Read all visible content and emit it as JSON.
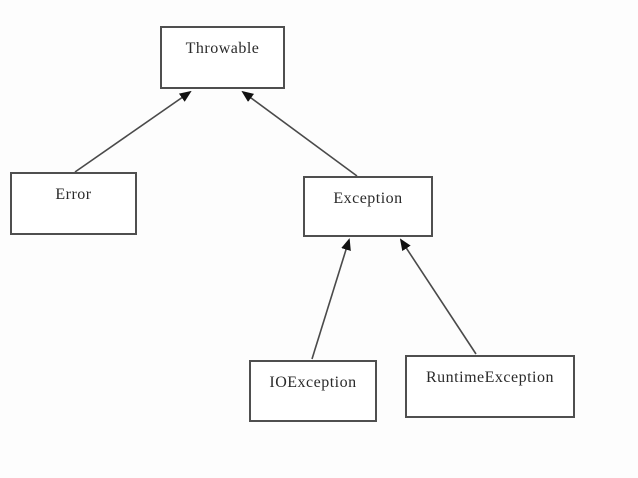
{
  "diagram": {
    "type": "class-hierarchy",
    "nodes": [
      {
        "id": "throwable",
        "label": "Throwable"
      },
      {
        "id": "error",
        "label": "Error"
      },
      {
        "id": "exception",
        "label": "Exception"
      },
      {
        "id": "ioexception",
        "label": "IOException"
      },
      {
        "id": "runtimeexception",
        "label": "RuntimeException"
      }
    ],
    "edges": [
      {
        "from": "error",
        "to": "throwable"
      },
      {
        "from": "exception",
        "to": "throwable"
      },
      {
        "from": "ioexception",
        "to": "exception"
      },
      {
        "from": "runtimeexception",
        "to": "exception"
      }
    ],
    "colors": {
      "background": "#fdfdfd",
      "box_fill": "#ffffff",
      "box_border": "#4f4f4f",
      "line": "#4a4a4a",
      "arrowhead": "#111111",
      "text": "#2a2a2a"
    }
  }
}
